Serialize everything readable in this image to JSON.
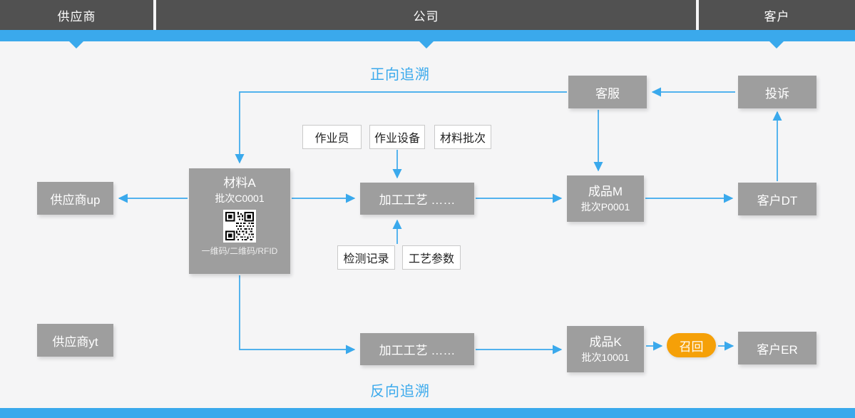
{
  "header": {
    "segments": [
      {
        "label": "供应商"
      },
      {
        "label": "公司"
      },
      {
        "label": "客户"
      }
    ],
    "bar_color": "#3aa9ec",
    "segment_color": "#515151"
  },
  "captions": {
    "forward": "正向追溯",
    "reverse": "反向追溯",
    "color": "#3aa9ec"
  },
  "nodes": {
    "supplier_up": {
      "label": "供应商up"
    },
    "supplier_yt": {
      "label": "供应商yt"
    },
    "material": {
      "title": "材料A",
      "batch": "批次C0001",
      "code_types": "一维码/二维码/RFID",
      "code_icon": "qr-code-icon"
    },
    "process_top": {
      "label": "加工工艺  ……"
    },
    "process_bottom": {
      "label": "加工工艺  ……"
    },
    "product_m": {
      "title": "成品M",
      "batch": "批次P0001"
    },
    "product_k": {
      "title": "成品K",
      "batch": "批次10001"
    },
    "service": {
      "label": "客服"
    },
    "complaint": {
      "label": "投诉"
    },
    "customer_dt": {
      "label": "客户DT"
    },
    "customer_er": {
      "label": "客户ER"
    },
    "recall": {
      "label": "召回",
      "color": "#f5a008"
    }
  },
  "attributes": {
    "operator": {
      "label": "作业员"
    },
    "equipment": {
      "label": "作业设备"
    },
    "material_batch": {
      "label": "材料批次"
    },
    "inspection_record": {
      "label": "检测记录"
    },
    "process_params": {
      "label": "工艺参数"
    }
  },
  "colors": {
    "node_fill": "#9e9e9e",
    "canvas": "#f5f5f6",
    "wire": "#3aa9ec",
    "accent_orange": "#f5a008"
  }
}
